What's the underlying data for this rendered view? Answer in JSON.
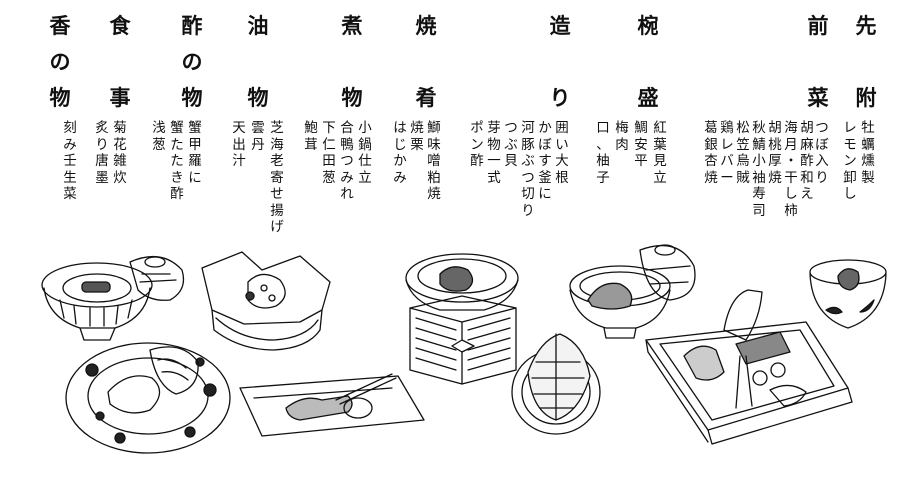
{
  "categories": [
    {
      "text": "先附"
    },
    {
      "text": "前菜"
    },
    {
      "text": "椀盛"
    },
    {
      "text": "造り"
    },
    {
      "text": "焼肴"
    },
    {
      "text": "煮物"
    },
    {
      "text": "油物"
    },
    {
      "text": "酢の物"
    },
    {
      "text": "食事"
    },
    {
      "text": "香の物"
    }
  ],
  "items": [
    {
      "text": "牡蠣燻製"
    },
    {
      "text": "レモン卸し"
    },
    {
      "text": "つぼ入り"
    },
    {
      "text": "胡麻酢和え"
    },
    {
      "text": "海月・干し柿"
    },
    {
      "text": "胡桃厚焼"
    },
    {
      "text": "秋鯖小袖寿司"
    },
    {
      "text": "松笠烏賊"
    },
    {
      "text": "鶏レバー"
    },
    {
      "text": "葛銀杏焼"
    },
    {
      "text": "紅葉見立"
    },
    {
      "text": "鯛安平"
    },
    {
      "text": "梅肉"
    },
    {
      "text": "口、柚子"
    },
    {
      "text": "囲い大根"
    },
    {
      "text": "かぼす釜に"
    },
    {
      "text": "河豚ぶつ切り"
    },
    {
      "text": "つぶ貝"
    },
    {
      "text": "芽物一式"
    },
    {
      "text": "ポン酢"
    },
    {
      "text": "鰤味噌粕焼"
    },
    {
      "text": "焼栗"
    },
    {
      "text": "はじかみ"
    },
    {
      "text": "小鍋仕立"
    },
    {
      "text": "合鴨つみれ"
    },
    {
      "text": "下仁田葱"
    },
    {
      "text": "鮑茸"
    },
    {
      "text": "芝海老寄せ揚げ"
    },
    {
      "text": "雲丹"
    },
    {
      "text": "天出汁"
    },
    {
      "text": "蟹甲羅に"
    },
    {
      "text": "蟹たたき酢"
    },
    {
      "text": "浅葱"
    },
    {
      "text": "菊花雑炊"
    },
    {
      "text": "炙り唐墨"
    },
    {
      "text": "刻み壬生菜"
    }
  ]
}
